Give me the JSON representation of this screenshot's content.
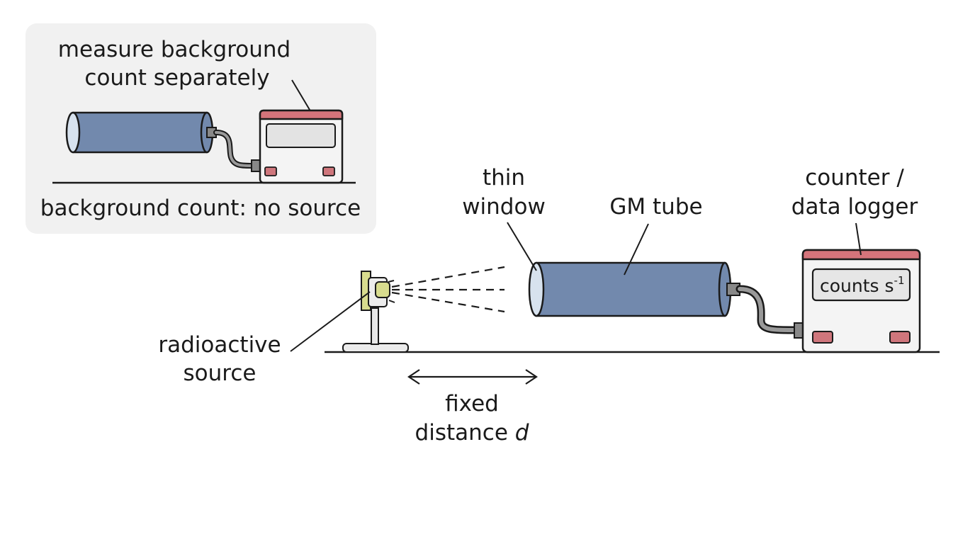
{
  "inset": {
    "note_line1": "measure background",
    "note_line2": "count separately",
    "caption": "background count: no source"
  },
  "labels": {
    "window_line1": "thin",
    "window_line2": "window",
    "tube": "GM tube",
    "counter_line1": "counter /",
    "counter_line2": "data logger",
    "display_text": "counts s",
    "display_exp": "-1",
    "source_line1": "radioactive",
    "source_line2": "source",
    "distance_line1": "fixed",
    "distance_line2": "distance ",
    "distance_symbol": "d"
  },
  "colors": {
    "tube_blue": "#7289ad",
    "tube_end": "#d7e2ee",
    "counter_top": "#d5747b",
    "counter_buttons": "#cf767c",
    "counter_body": "#f4f4f4",
    "source_yellow": "#d8dc8e",
    "inset_bg": "#f1f1f1"
  }
}
